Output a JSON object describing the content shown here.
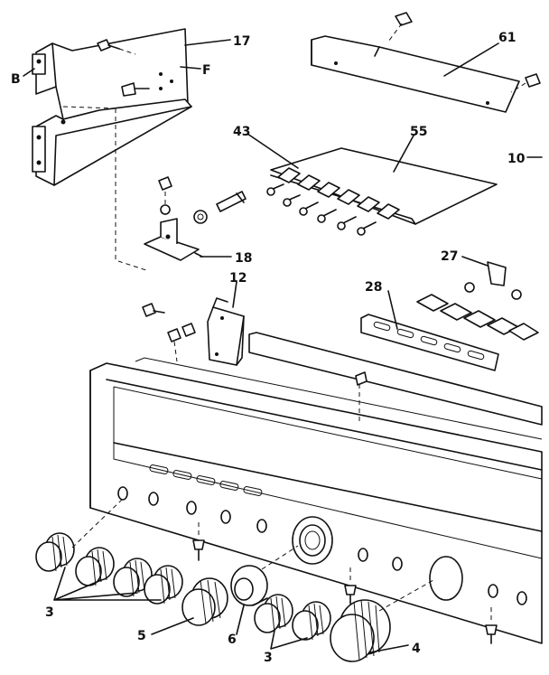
{
  "colors": {
    "ink": "#111111",
    "paper": "#ffffff"
  },
  "labels": {
    "l17": "17",
    "lB": "B",
    "lF": "F",
    "l61": "61",
    "l43": "43",
    "l55": "55",
    "l10": "10",
    "l18": "18",
    "l27": "27",
    "l12": "12",
    "l28": "28",
    "l3a": "3",
    "l5": "5",
    "l6": "6",
    "l3b": "3",
    "l4": "4"
  }
}
